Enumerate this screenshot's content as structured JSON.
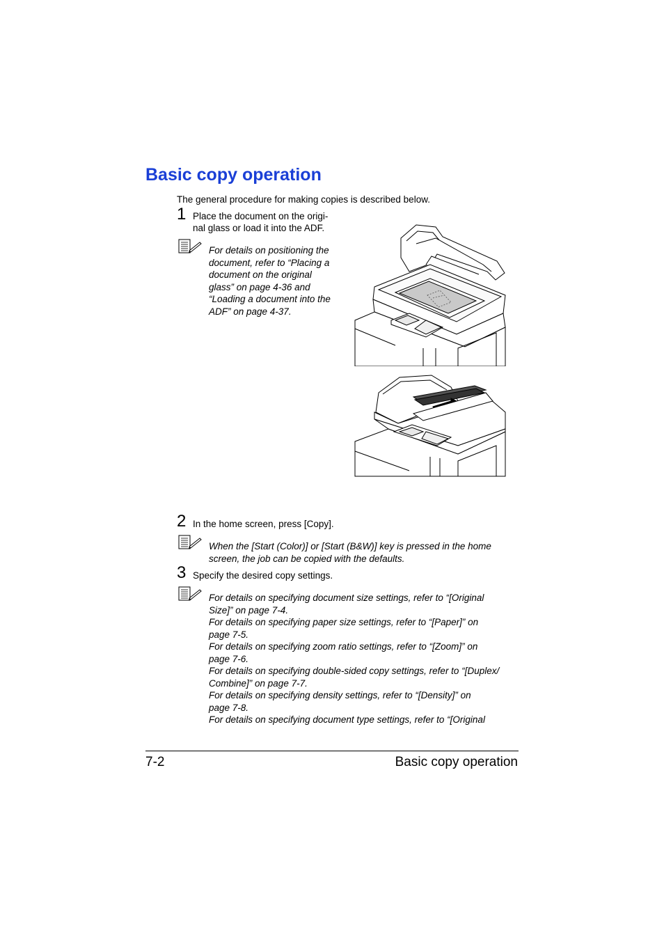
{
  "page": {
    "title": "Basic copy operation",
    "intro": "The general procedure for making copies is described below."
  },
  "steps": [
    {
      "number": "1",
      "text_lines": [
        "Place the document on the origi-",
        "nal glass or load it into the ADF."
      ],
      "note_lines": [
        "For details on positioning the",
        "document, refer to “Placing a",
        "document on the original",
        "glass” on page 4-36 and",
        "“Loading a document into the",
        "ADF” on page 4-37."
      ]
    },
    {
      "number": "2",
      "text_lines": [
        "In the home screen, press [Copy]."
      ],
      "note_lines": [
        "When the [Start (Color)] or [Start (B&W)] key is pressed in the home",
        "screen, the job can be copied with the defaults."
      ]
    },
    {
      "number": "3",
      "text_lines": [
        "Specify the desired copy settings."
      ],
      "note_lines": [
        "For details on specifying document size settings, refer to “[Original",
        "Size]” on page 7-4.",
        "For details on specifying paper size settings, refer to “[Paper]” on",
        "page 7-5.",
        "For details on specifying zoom ratio settings, refer to “[Zoom]” on",
        "page 7-6.",
        "For details on specifying double-sided copy settings, refer to “[Duplex/",
        "Combine]” on page 7-7.",
        "For details on specifying density settings, refer to “[Density]” on",
        "page 7-8.",
        "For details on specifying document type settings, refer to “[Original"
      ]
    }
  ],
  "illustrations": [
    {
      "icon": "printer-original-glass-illustration"
    },
    {
      "icon": "printer-adf-illustration"
    }
  ],
  "footer": {
    "page_number": "7-2",
    "section": "Basic copy operation"
  }
}
